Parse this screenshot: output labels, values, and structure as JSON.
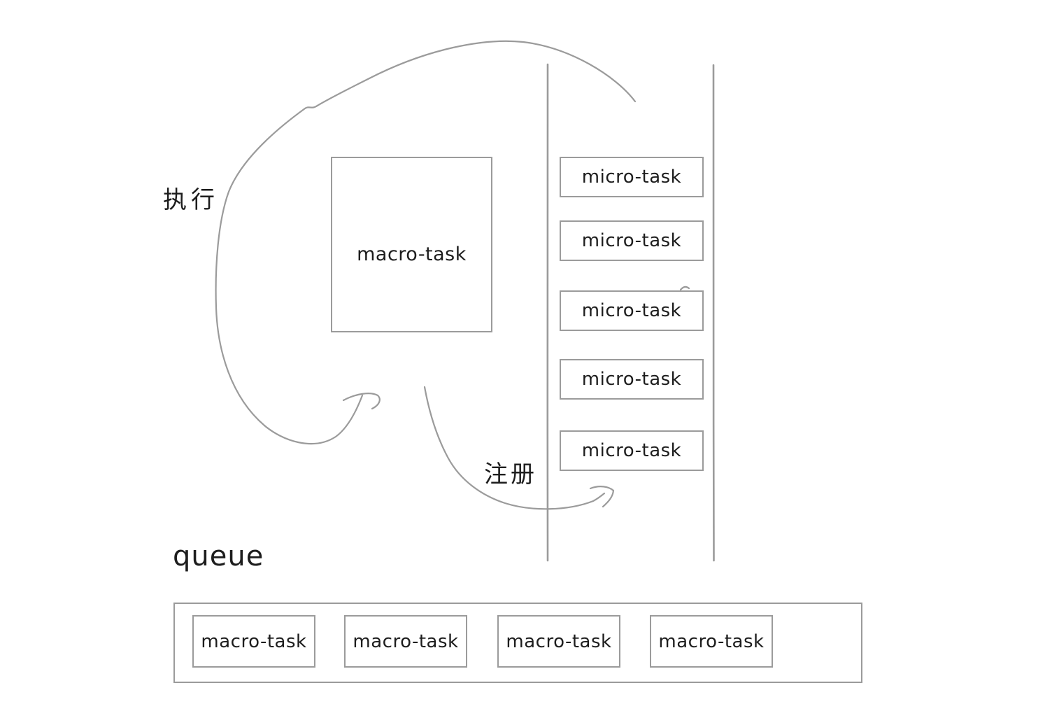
{
  "diagram": {
    "labels": {
      "execute": "执行",
      "register": "注册",
      "queue": "queue"
    },
    "current_task": {
      "label": "macro-task"
    },
    "micro_task_lane": {
      "items": [
        "micro-task",
        "micro-task",
        "micro-task",
        "micro-task",
        "micro-task"
      ]
    },
    "macro_task_queue": {
      "items": [
        "macro-task",
        "macro-task",
        "macro-task",
        "macro-task"
      ]
    },
    "icons": {
      "execute_arrow": "curved-loop-arrow",
      "register_arrow": "curved-arrow-right"
    },
    "colors": {
      "stroke": "#9b9b9b",
      "text": "#1d1d1d",
      "background": "#ffffff"
    }
  }
}
